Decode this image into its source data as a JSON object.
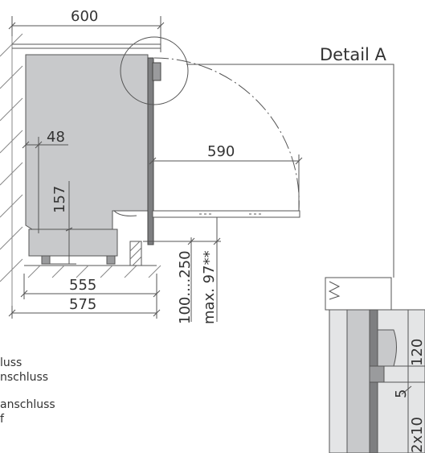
{
  "detail_label": "Detail A",
  "dimensions": {
    "width_600": "600",
    "depth_590": "590",
    "dim_48": "48",
    "dim_157": "157",
    "dim_555": "555",
    "dim_575": "575",
    "plinth_range": "100....250",
    "max_97": "max. 97**",
    "detail_120": "120",
    "detail_5": "5",
    "detail_2x10": "2x10"
  },
  "legend_lines": [
    "luss",
    "nschluss",
    "",
    "anschluss",
    "f"
  ],
  "colors": {
    "body": "#c8c9cb",
    "door": "#7e7f81",
    "line": "#333333",
    "hatch": "#777777"
  }
}
